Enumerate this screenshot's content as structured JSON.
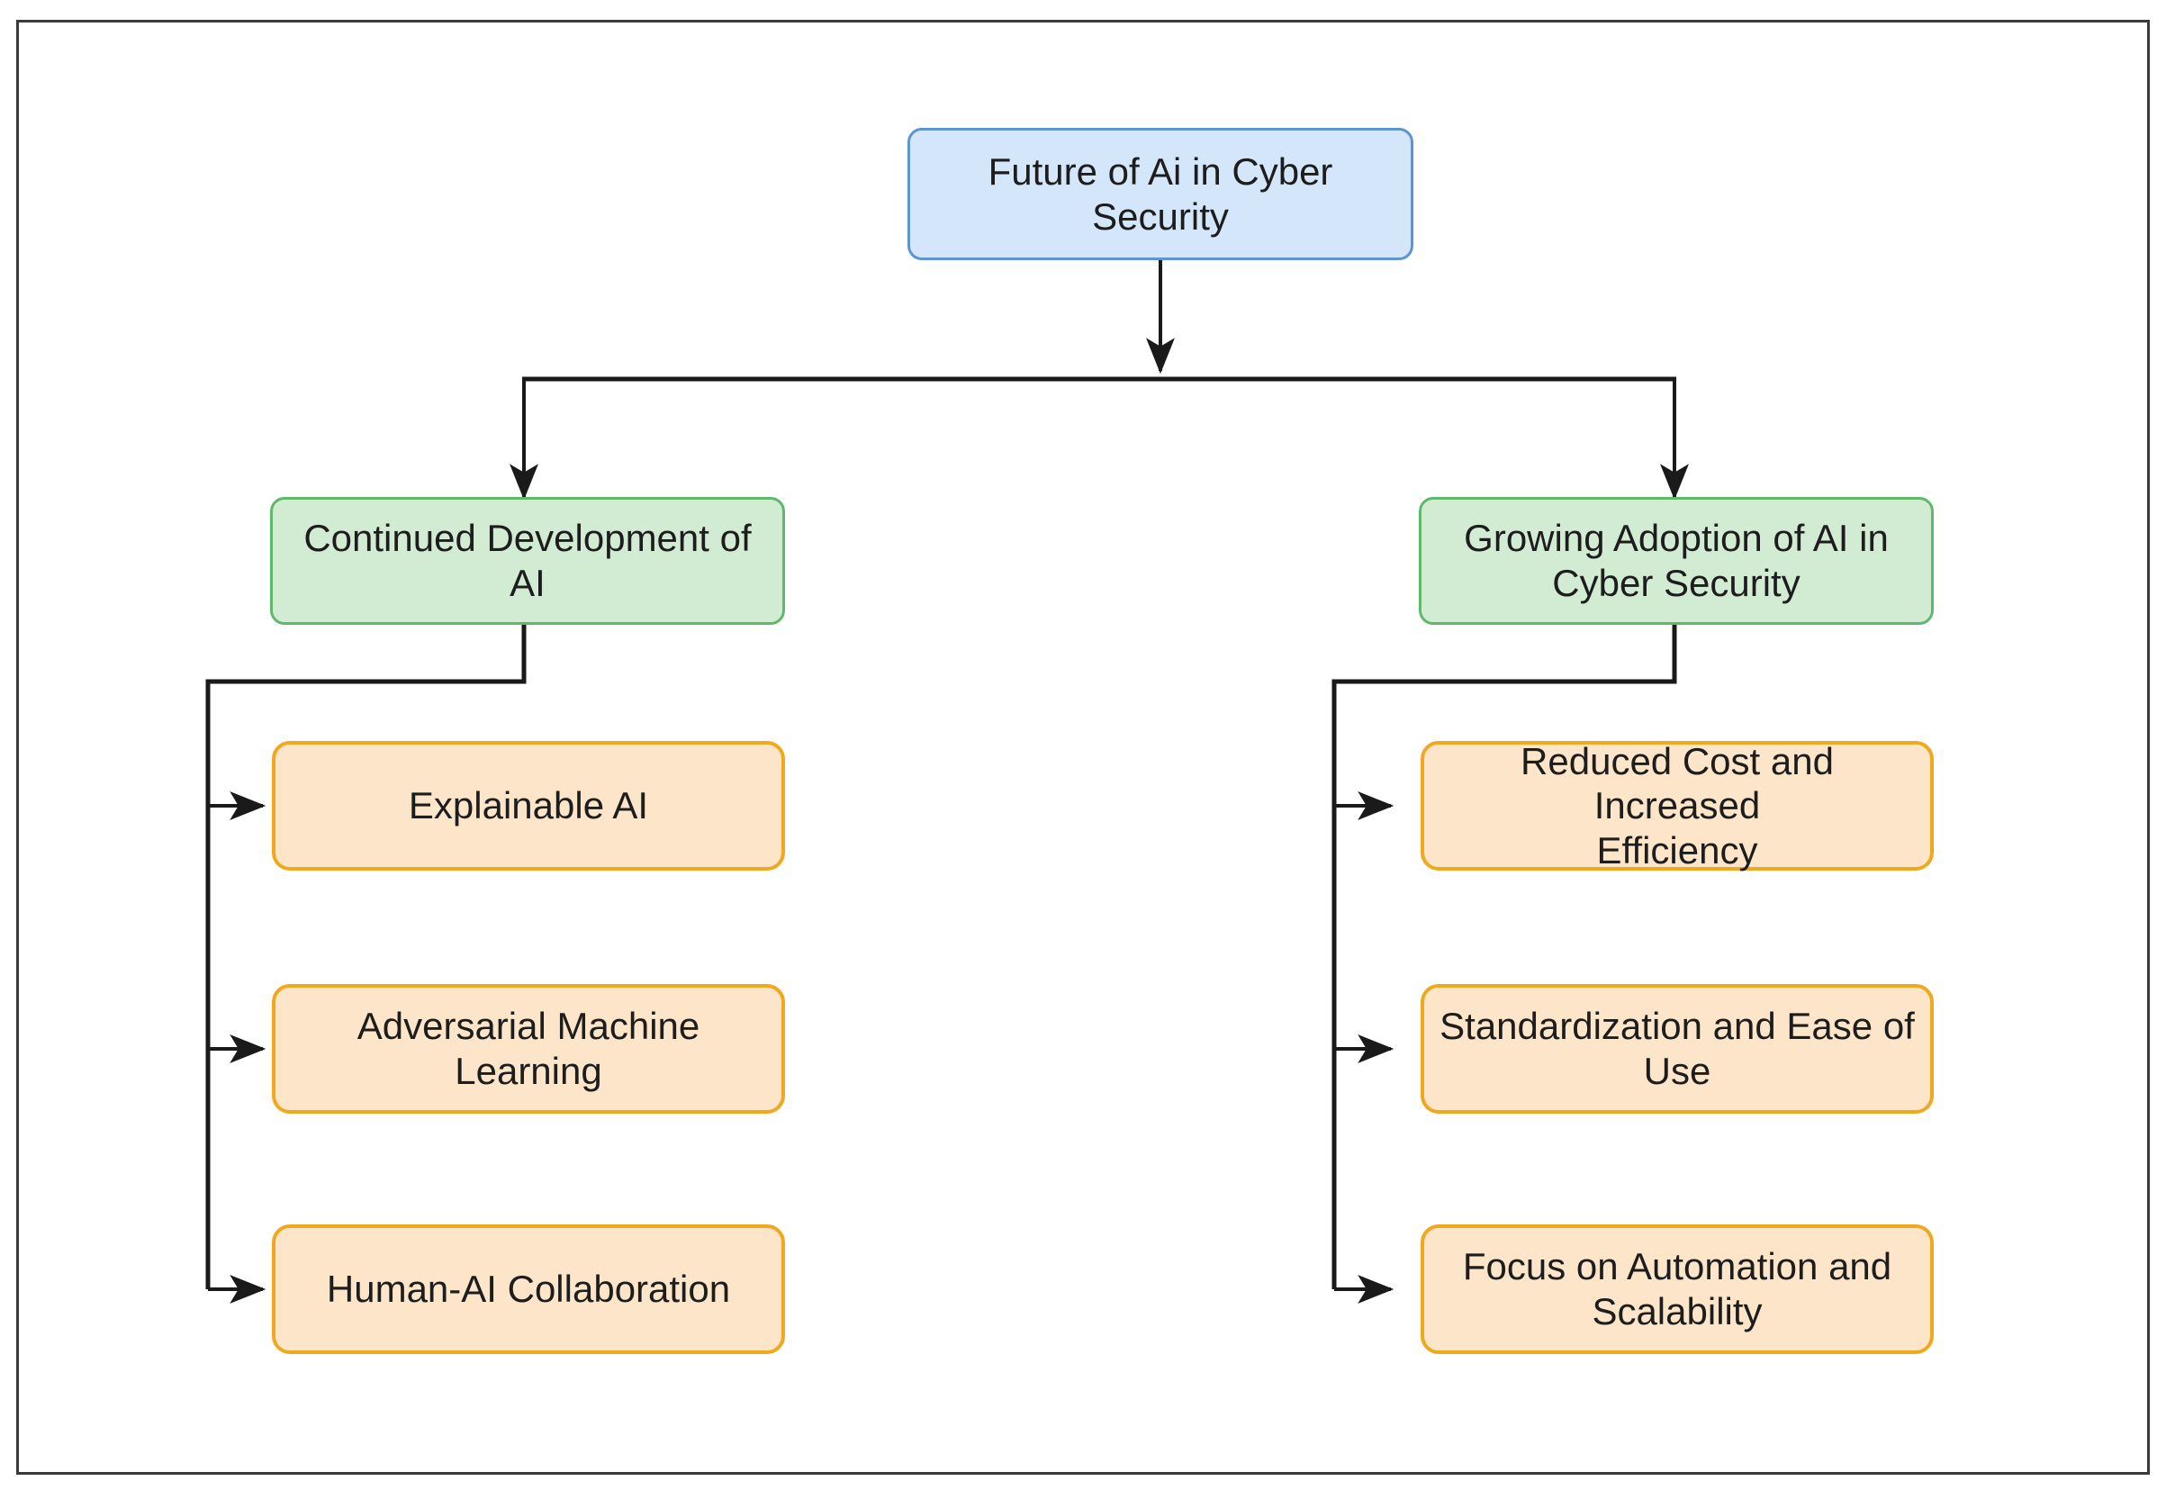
{
  "diagram": {
    "type": "flowchart",
    "direction": "top-down",
    "frame": {
      "border_color": "#3a3a3a"
    },
    "palette": {
      "root_fill": "#d4e6fa",
      "root_stroke": "#5c95d0",
      "branch_fill": "#d2ecd4",
      "branch_stroke": "#5fb96a",
      "leaf_fill": "#fce5c8",
      "leaf_stroke": "#f0a81f",
      "connector": "#1a1a1a",
      "text": "#1d1d1d"
    },
    "nodes": {
      "root": {
        "id": "root",
        "label": "Future of Ai in Cyber Security"
      },
      "branch_left": {
        "id": "branch-left",
        "label": "Continued Development of AI"
      },
      "branch_right": {
        "id": "branch-right",
        "label": "Growing Adoption of AI in\nCyber Security"
      },
      "left_leaves": [
        {
          "id": "leaf-explainable-ai",
          "label": "Explainable AI"
        },
        {
          "id": "leaf-adversarial-ml",
          "label": "Adversarial Machine\nLearning"
        },
        {
          "id": "leaf-human-ai-collab",
          "label": "Human-AI Collaboration"
        }
      ],
      "right_leaves": [
        {
          "id": "leaf-reduced-cost",
          "label": "Reduced Cost and Increased\nEfficiency"
        },
        {
          "id": "leaf-standardization",
          "label": "Standardization and Ease of\nUse"
        },
        {
          "id": "leaf-automation",
          "label": "Focus on Automation and\nScalability"
        }
      ]
    },
    "edges": [
      {
        "from": "root",
        "to": "branch-left"
      },
      {
        "from": "root",
        "to": "branch-right"
      },
      {
        "from": "branch-left",
        "to": "leaf-explainable-ai"
      },
      {
        "from": "branch-left",
        "to": "leaf-adversarial-ml"
      },
      {
        "from": "branch-left",
        "to": "leaf-human-ai-collab"
      },
      {
        "from": "branch-right",
        "to": "leaf-reduced-cost"
      },
      {
        "from": "branch-right",
        "to": "leaf-standardization"
      },
      {
        "from": "branch-right",
        "to": "leaf-automation"
      }
    ]
  }
}
